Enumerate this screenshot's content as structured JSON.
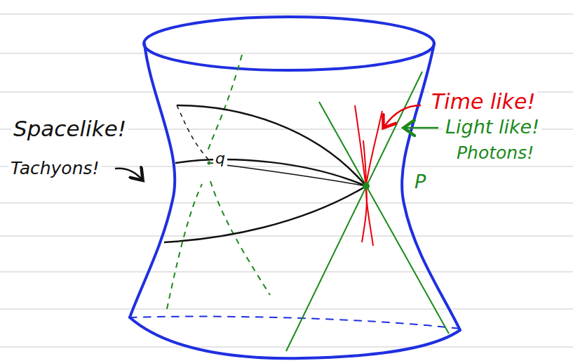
{
  "diagram": {
    "labels": [
      "Time like!",
      "Light like!",
      "Photons!",
      "Spacelike!",
      "Tachyons!",
      "q",
      "P"
    ]
  }
}
